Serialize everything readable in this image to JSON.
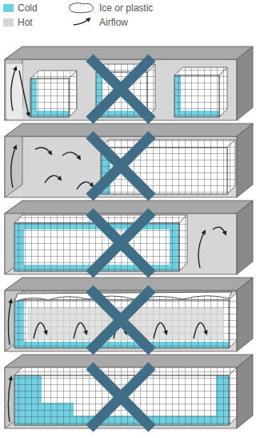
{
  "diagram": {
    "legend": [
      {
        "text": "Cold",
        "color": "#6fd0e2"
      },
      {
        "text": "Ice or plastic"
      },
      {
        "text": "Hot",
        "color": "#d6d6d6"
      },
      {
        "text": "Airflow"
      }
    ]
  }
}
